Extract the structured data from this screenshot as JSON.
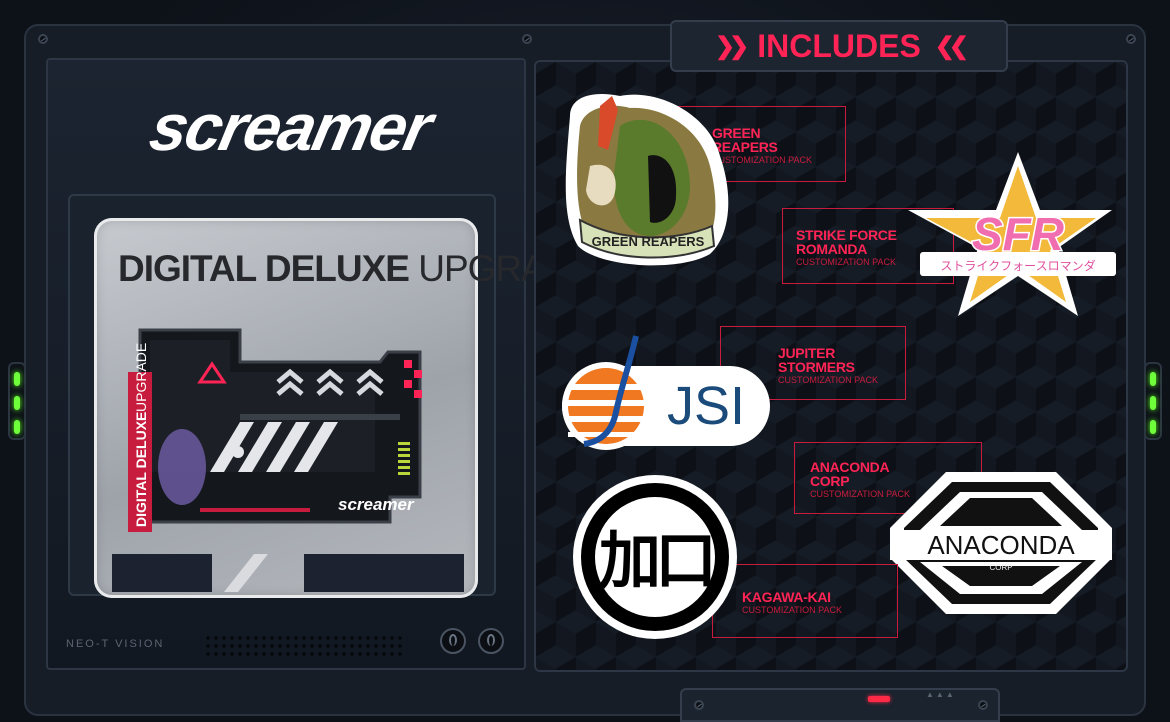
{
  "brand": {
    "logo_text": "screamer"
  },
  "product": {
    "title_bold": "DIGITAL DELUXE",
    "title_light": "UPGRADE",
    "gadget_side_bold": "DIGITAL DELUXE",
    "gadget_side_light": "UPGRADE",
    "gadget_logo": "screamer"
  },
  "device": {
    "model_label": "NEO-T VISION"
  },
  "includes": {
    "heading": "INCLUDES",
    "chevron_left": "❯❯",
    "chevron_right": "❮❮",
    "packs": [
      {
        "name_line1": "GREEN",
        "name_line2": "REAPERS",
        "subtitle": "CUSTOMIZATION PACK",
        "sticker_text": "GREEN REAPERS"
      },
      {
        "name_line1": "STRIKE FORCE",
        "name_line2": "ROMANDA",
        "subtitle": "CUSTOMIZATION PACK",
        "sticker_text": "SFR",
        "sticker_subtext": "ストライクフォースロマンダ"
      },
      {
        "name_line1": "JUPITER",
        "name_line2": "STORMERS",
        "subtitle": "CUSTOMIZATION PACK",
        "sticker_text": "JSI"
      },
      {
        "name_line1": "ANACONDA",
        "name_line2": "CORP",
        "subtitle": "CUSTOMIZATION PACK",
        "sticker_text": "ANACONDA",
        "sticker_subtext": "CORP"
      },
      {
        "name_line1": "KAGAWA-KAI",
        "name_line2": "",
        "subtitle": "CUSTOMIZATION PACK",
        "sticker_text": "加口"
      }
    ]
  },
  "colors": {
    "accent": "#ff2455",
    "accent_dark": "#c81c3e",
    "indicator": "#6fff3a",
    "panel": "#161d27"
  }
}
